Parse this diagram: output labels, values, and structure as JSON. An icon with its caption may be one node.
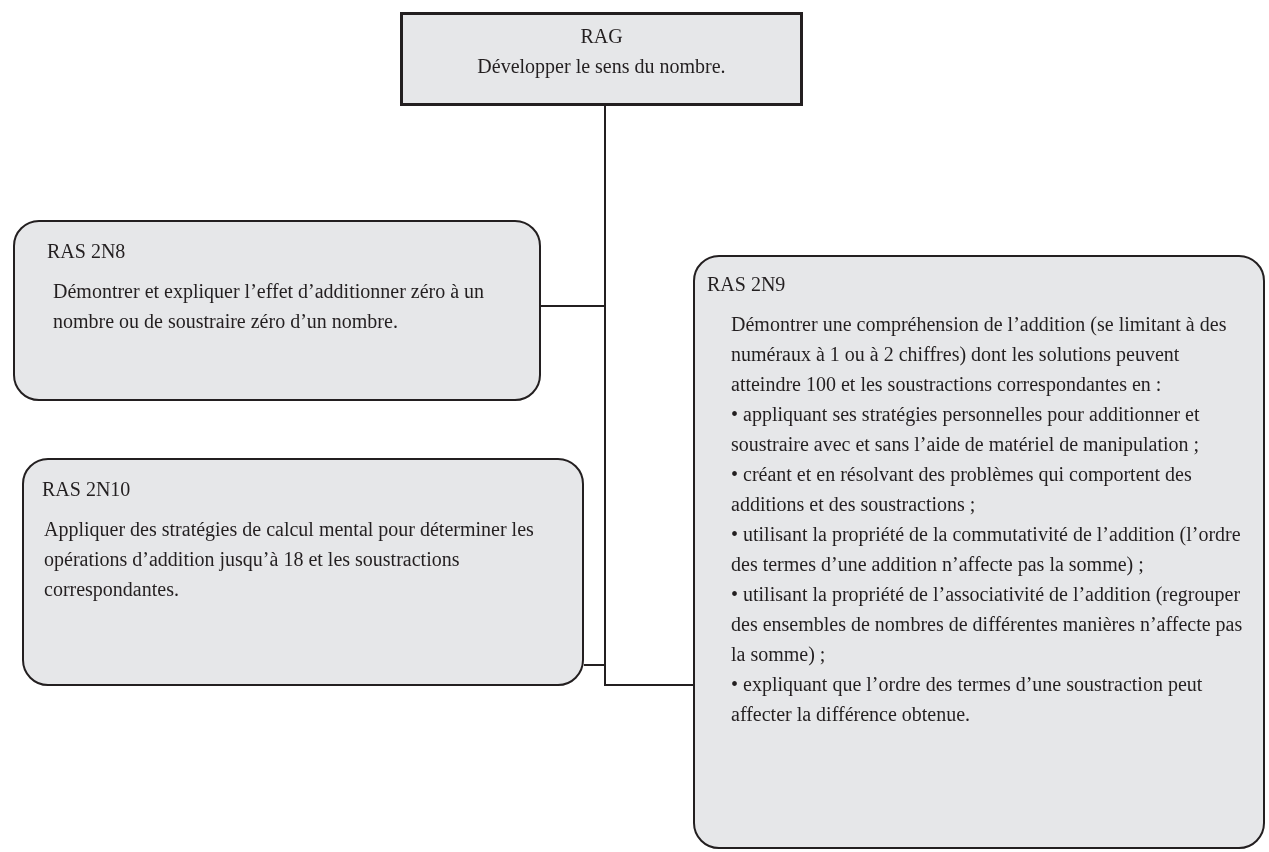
{
  "diagram": {
    "nodes": [
      {
        "text": [
          "RAG",
          "Développer le sens du nombre."
        ]
      },
      {
        "text": [
          "RAS 2N8",
          "Démontrer et expliquer l’effet d’additionner zéro à un nombre ou de soustraire zéro d’un nombre."
        ]
      },
      {
        "text": [
          "RAS 2N10",
          "Appliquer des stratégies de calcul mental pour déterminer les opérations d’addition jusqu’à 18 et les soustractions correspondantes."
        ]
      },
      {
        "text": [
          "RAS 2N9",
          "Démontrer une compréhension de l’addition (se limitant à des numéraux à 1 ou à 2 chiffres) dont les solutions peuvent atteindre 100 et les soustractions correspondantes en :",
          "• appliquant ses stratégies personnelles pour additionner et soustraire avec et sans l’aide de matériel de manipulation ;",
          "• créant et en résolvant des problèmes qui comportent des additions et des soustractions ;",
          "• utilisant la propriété de la commutativité de l’addition (l’ordre des termes d’une addition n’affecte pas la somme) ;",
          "• utilisant la propriété de l’associativité de l’addition (regrouper des ensembles de nombres de différentes manières n’affecte pas la somme) ;",
          "• expliquant que l’ordre des termes d’une soustraction peut affecter la différence obtenue."
        ]
      }
    ],
    "edges": [
      {
        "from": 0,
        "to": 1,
        "arrow": "none"
      },
      {
        "from": 0,
        "to": 2,
        "arrow": "none"
      },
      {
        "from": 0,
        "to": 3,
        "arrow": "none"
      }
    ]
  }
}
